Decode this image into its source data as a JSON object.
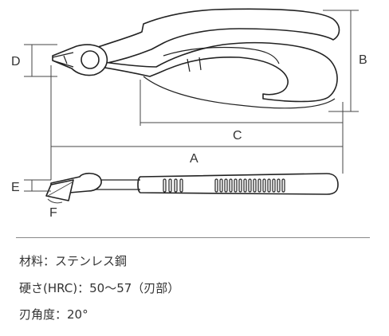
{
  "dimensions": {
    "a": "A",
    "b": "B",
    "c": "C",
    "d": "D",
    "e": "E",
    "f": "F"
  },
  "specs": [
    "材料：ステンレス鋼",
    "硬さ(HRC)：50〜57（刃部）",
    "刃角度：20°"
  ]
}
